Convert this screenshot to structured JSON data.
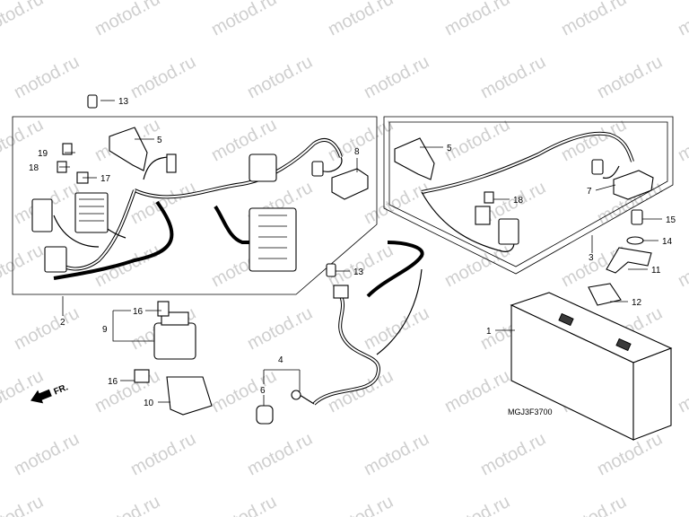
{
  "watermark": "motod.ru",
  "diagram_code": "MGJ3F3700",
  "direction_label": "FR.",
  "callouts": {
    "c13a": "13",
    "c5a": "5",
    "c19": "19",
    "c18a": "18",
    "c17": "17",
    "c8": "8",
    "c2": "2",
    "c16a": "16",
    "c9": "9",
    "c16b": "16",
    "c10": "10",
    "c13b": "13",
    "c4": "4",
    "c6": "6",
    "c5b": "5",
    "c18b": "18",
    "c7": "7",
    "c15": "15",
    "c14": "14",
    "c3": "3",
    "c11": "11",
    "c12": "12",
    "c1": "1"
  }
}
